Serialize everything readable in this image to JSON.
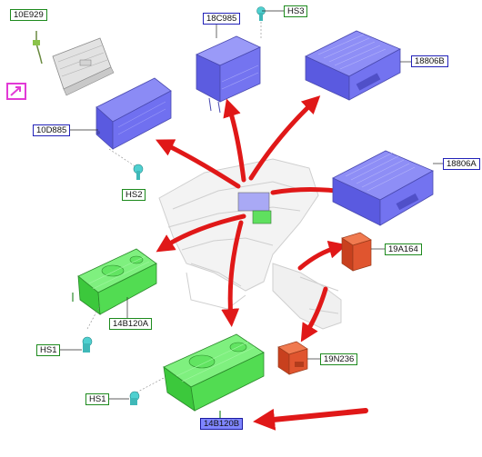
{
  "colors": {
    "module_blue": "#6f6ff0",
    "module_green": "#4fe64f",
    "module_red": "#e0552f",
    "arrow_red": "#e01818",
    "fastener_teal": "#4fd0d0",
    "console_grey": "#e6e6e6",
    "label_border_green": "#1d8a1d",
    "label_border_blue": "#2222b8",
    "note_magenta": "#e23ad6"
  },
  "icons": {
    "note": "note-arrow-icon"
  },
  "labels": {
    "l10E929": "10E929",
    "l18C985": "18C985",
    "hs3": "HS3",
    "l18806B": "18806B",
    "l10D885": "10D885",
    "hs2": "HS2",
    "l18806A": "18806A",
    "l19A164": "19A164",
    "l14B120A": "14B120A",
    "hs1a": "HS1",
    "l19N236": "19N236",
    "hs1b": "HS1",
    "l14B120B": "14B120B"
  }
}
